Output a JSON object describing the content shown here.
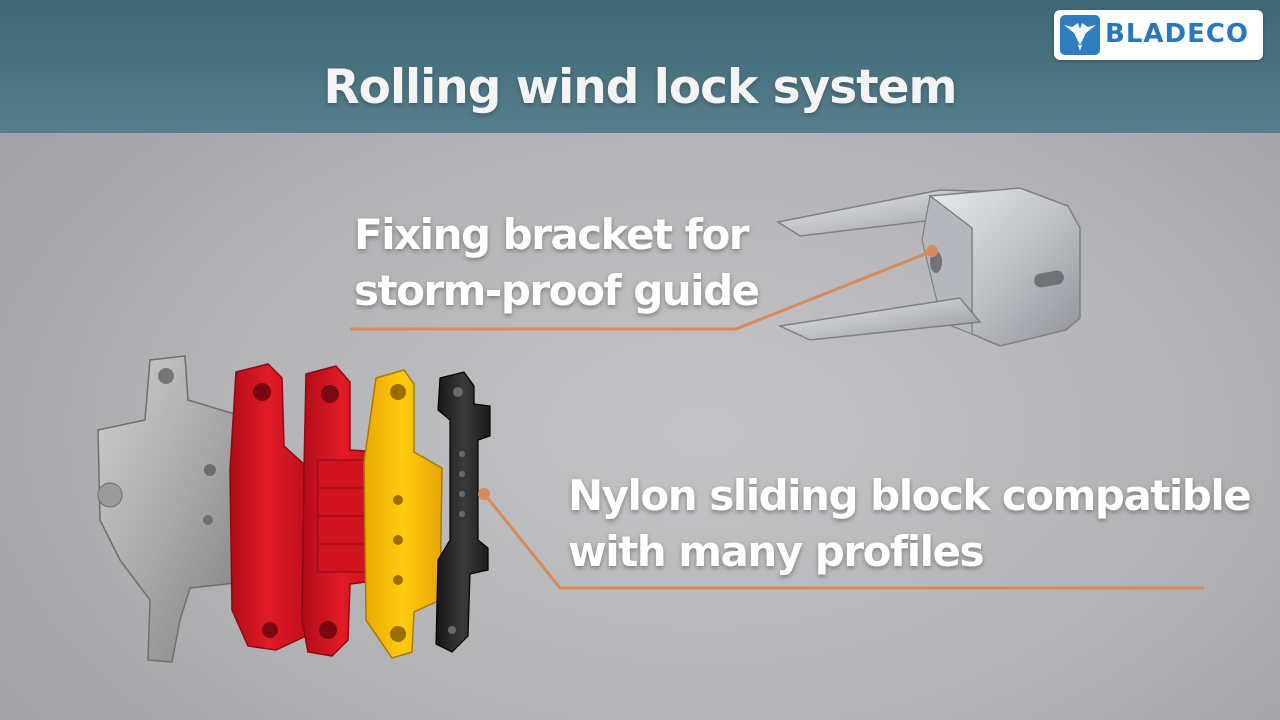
{
  "header": {
    "title": "Rolling wind lock system",
    "background_color": "#4a7382"
  },
  "logo": {
    "text": "BLADECO",
    "icon": "eagle-icon",
    "color": "#2a78bb"
  },
  "callouts": {
    "bracket": {
      "lines": [
        "Fixing bracket for",
        "storm-proof guide"
      ]
    },
    "nylon": {
      "lines": [
        "Nylon sliding block compatible",
        "with many profiles"
      ]
    }
  },
  "accent_color": "#d88a5a",
  "images": {
    "bracket": "metal-fixing-bracket-image",
    "blocks": "nylon-sliding-blocks-image"
  }
}
